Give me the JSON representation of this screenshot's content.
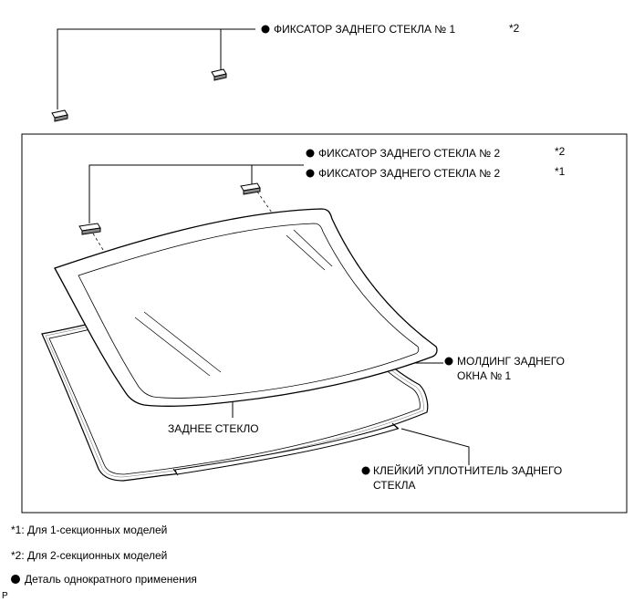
{
  "callouts": {
    "clip1": {
      "marker": "●",
      "text": "ФИКСАТОР ЗАДНЕГО СТЕКЛА № 1",
      "note": "*2"
    },
    "clip2_a": {
      "marker": "●",
      "text": "ФИКСАТОР ЗАДНЕГО СТЕКЛА № 2",
      "note": "*2"
    },
    "clip2_b": {
      "marker": "●",
      "text": "ФИКСАТОР ЗАДНЕГО СТЕКЛА № 2",
      "note": "*1"
    },
    "molding": {
      "marker": "●",
      "line1": "МОЛДИНГ ЗАДНЕГО",
      "line2": "ОКНА № 1"
    },
    "glass": {
      "text": "ЗАДНЕЕ СТЕКЛО"
    },
    "adhesive": {
      "marker": "●",
      "line1": "КЛЕЙКИЙ УПЛОТНИТЕЛЬ ЗАДНЕГО",
      "line2": "СТЕКЛА"
    }
  },
  "notes": {
    "n1": "*1: Для 1-секционных моделей",
    "n2": "*2: Для 2-секционных моделей",
    "n3": "Деталь однократного применения"
  },
  "ref": "P"
}
